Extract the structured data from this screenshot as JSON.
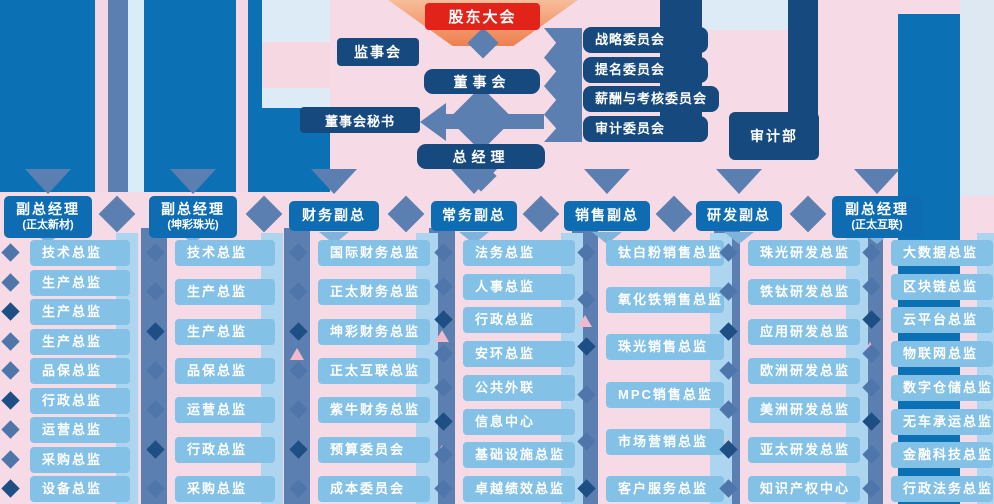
{
  "org": {
    "shareholders_meeting": "股东大会",
    "supervisory_board": "监事会",
    "board_of_directors": "董事会",
    "board_secretary": "董事会秘书",
    "general_manager": "总经理",
    "audit_department": "审计部",
    "committees": [
      "战略委员会",
      "提名委员会",
      "薪酬与考核委员会",
      "审计委员会"
    ],
    "divisions": [
      {
        "title": "副总经理",
        "subtitle": "(正太新材)",
        "items": [
          "技术总监",
          "生产总监",
          "生产总监",
          "生产总监",
          "品保总监",
          "行政总监",
          "运营总监",
          "采购总监",
          "设备总监"
        ]
      },
      {
        "title": "副总经理",
        "subtitle": "(坤彩珠光)",
        "items": [
          "技术总监",
          "生产总监",
          "生产总监",
          "品保总监",
          "运营总监",
          "行政总监",
          "采购总监"
        ]
      },
      {
        "title": "财务副总",
        "subtitle": "",
        "items": [
          "国际财务总监",
          "正太财务总监",
          "坤彩财务总监",
          "正太互联总监",
          "紫牛财务总监",
          "预算委员会",
          "成本委员会"
        ]
      },
      {
        "title": "常务副总",
        "subtitle": "",
        "items": [
          "法务总监",
          "人事总监",
          "行政总监",
          "安环总监",
          "公共外联",
          "信息中心",
          "基础设施总监",
          "卓越绩效总监"
        ]
      },
      {
        "title": "销售副总",
        "subtitle": "",
        "items": [
          "钛白粉销售总监",
          "氧化铁销售总监",
          "珠光销售总监",
          "MPC销售总监",
          "市场营销总监",
          "客户服务总监"
        ]
      },
      {
        "title": "研发副总",
        "subtitle": "",
        "items": [
          "珠光研发总监",
          "铁钛研发总监",
          "应用研发总监",
          "欧洲研发总监",
          "美洲研发总监",
          "亚太研发总监",
          "知识产权中心"
        ]
      },
      {
        "title": "副总经理",
        "subtitle": "(正太互联)",
        "items": [
          "大数据总监",
          "区块链总监",
          "云平台总监",
          "物联网总监",
          "数字仓储总监",
          "无车承运总监",
          "金融科技总监",
          "行政法务总监"
        ]
      }
    ],
    "colors": {
      "accent_red": "#e2231a",
      "navy": "#16497d",
      "deputy_blue": "#0e6db2",
      "item_light_blue": "#84c1e7",
      "connector_steel": "#5b7fb0",
      "background_pink": "#f6dae6",
      "funnel_orange": "#ee7f4f"
    }
  }
}
